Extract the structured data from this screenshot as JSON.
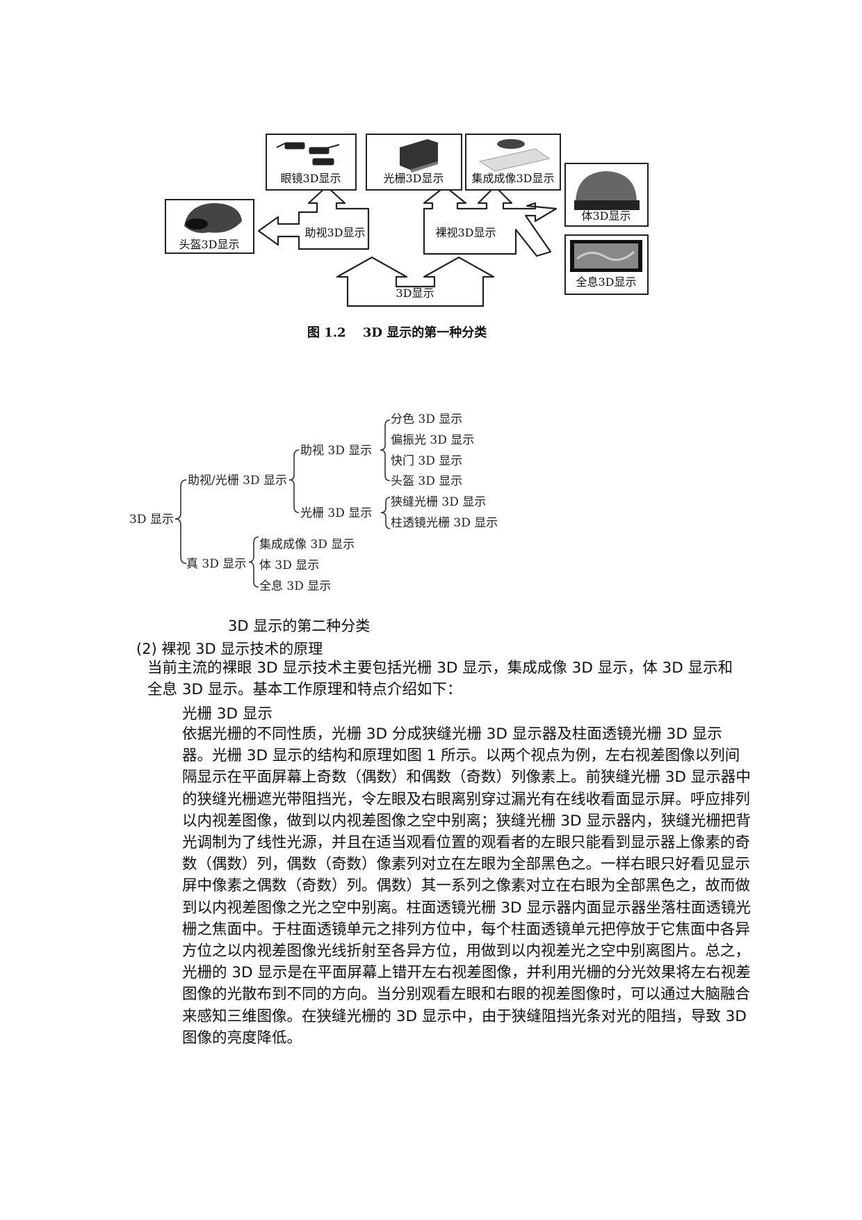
{
  "figure1": {
    "root": "3D显示",
    "assisted": "助视3D显示",
    "naked": "裸视3D显示",
    "glasses": "眼镜3D显示",
    "helmet": "头盔3D显示",
    "grating": "光栅3D显示",
    "integral": "集成成像3D显示",
    "volumetric": "体3D显示",
    "holographic": "全息3D显示",
    "caption": "图 1.2　 3D 显示的第一种分类"
  },
  "figure2": {
    "root": "3D 显示",
    "assisted_grating": "助视/光栅 3D 显示",
    "true3d": "真 3D 显示",
    "assisted": "助视 3D 显示",
    "grating": "光栅 3D 显示",
    "assisted_items": [
      "分色 3D 显示",
      "偏振光 3D 显示",
      "快门 3D 显示",
      "头盔 3D 显示"
    ],
    "grating_items": [
      "狭缝光栅 3D 显示",
      "柱透镜光栅 3D 显示"
    ],
    "true_items": [
      "集成成像 3D 显示",
      "体 3D 显示",
      "全息 3D 显示"
    ],
    "caption": "3D 显示的第二种分类"
  },
  "text": {
    "heading": "(2) 裸视 3D 显示技术的原理",
    "para1": "当前主流的裸眼 3D 显示技术主要包括光栅 3D 显示，集成成像 3D 显示，体 3D 显示和全息 3D 显示。基本工作原理和特点介绍如下：",
    "sub1": "光栅 3D 显示",
    "para2": "依据光栅的不同性质，光栅 3D 分成狭缝光栅 3D 显示器及柱面透镜光栅 3D 显示器。光栅 3D 显示的结构和原理如图 1 所示。以两个视点为例，左右视差图像以列间隔显示在平面屏幕上奇数（偶数）和偶数（奇数）列像素上。前狭缝光栅 3D 显示器中的狭缝光栅遮光带阻挡光，令左眼及右眼离别穿过漏光有在线收看面显示屏。呼应排列以内视差图像，做到以内视差图像之空中别离；狭缝光栅 3D 显示器内，狭缝光栅把背光调制为了线性光源，并且在适当观看位置的观看者的左眼只能看到显示器上像素的奇数（偶数）列，偶数（奇数）像素列对立在左眼为全部黑色之。一样右眼只好看见显示屏中像素之偶数（奇数）列。偶数）其一系列之像素对立在右眼为全部黑色之，故而做到以内视差图像之光之空中别离。柱面透镜光栅 3D 显示器内面显示器坐落柱面透镜光栅之焦面中。于柱面透镜单元之排列方位中，每个柱面透镜单元把停放于它焦面中各异方位之以内视差图像光线折射至各异方位，用做到以内视差光之空中别离图片。总之，光栅的 3D 显示是在平面屏幕上错开左右视差图像，并利用光栅的分光效果将左右视差图像的光散布到不同的方向。当分别观看左眼和右眼的视差图像时，可以通过大脑融合来感知三维图像。在狭缝光栅的 3D 显示中，由于狭缝阻挡光条对光的阻挡，导致 3D 图像的亮度降低。"
  }
}
